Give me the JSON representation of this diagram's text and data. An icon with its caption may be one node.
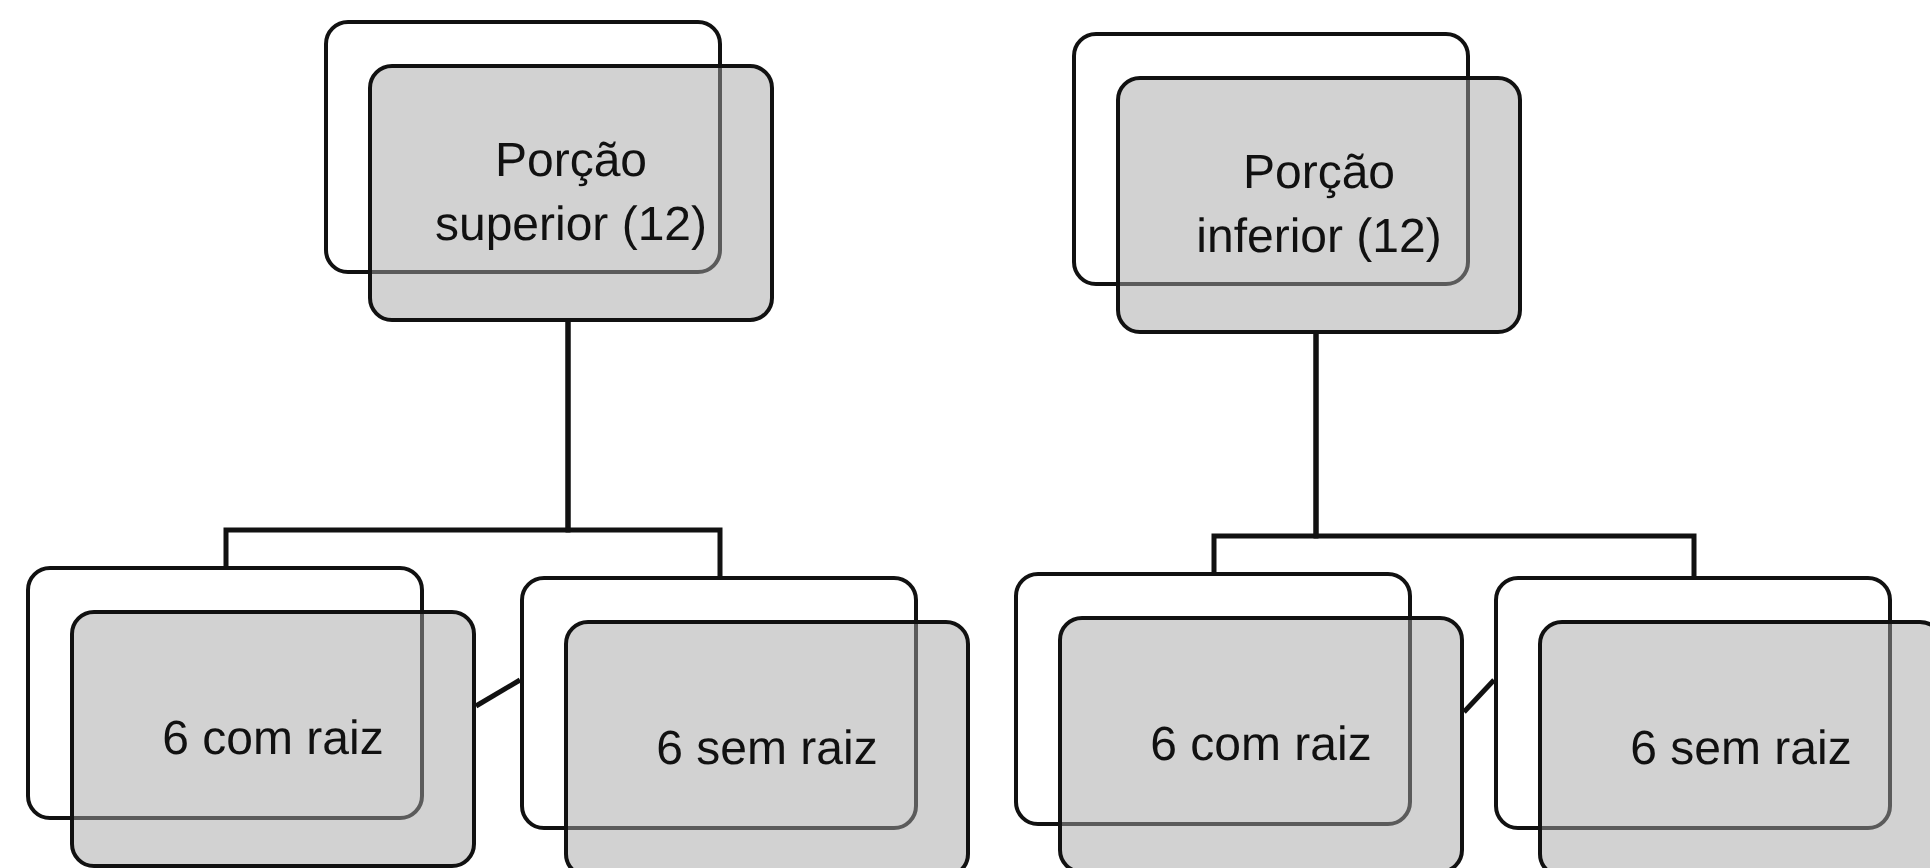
{
  "diagram": {
    "nodes": [
      {
        "text": [
          "Porção superior (12)"
        ]
      },
      {
        "text": [
          "Porção inferior (12)"
        ]
      },
      {
        "text": [
          "6 com raiz"
        ]
      },
      {
        "text": [
          "6 sem raiz"
        ]
      },
      {
        "text": [
          "6 com raiz"
        ]
      },
      {
        "text": [
          "6 sem raiz"
        ]
      }
    ],
    "edges": [
      {
        "from": 0,
        "to": 2,
        "arrow": "none"
      },
      {
        "from": 0,
        "to": 3,
        "arrow": "none"
      },
      {
        "from": 2,
        "to": 3,
        "arrow": "none"
      },
      {
        "from": 1,
        "to": 4,
        "arrow": "none"
      },
      {
        "from": 1,
        "to": 5,
        "arrow": "none"
      },
      {
        "from": 4,
        "to": 5,
        "arrow": "none"
      }
    ]
  }
}
